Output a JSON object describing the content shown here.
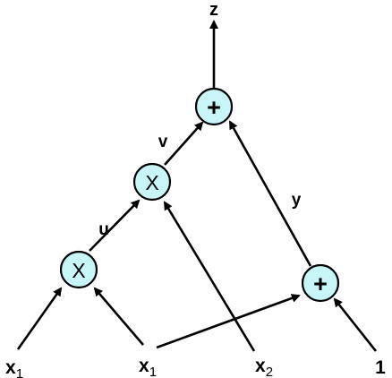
{
  "diagram": {
    "node_fill": "#c8f5f7",
    "line_color": "#000000",
    "nodes": {
      "mult_bottom": {
        "symbol": "X"
      },
      "mult_mid": {
        "symbol": "X"
      },
      "add_right": {
        "symbol": "+"
      },
      "add_top": {
        "symbol": "+"
      }
    },
    "inputs": {
      "x1_left": {
        "base": "x",
        "sub": "1"
      },
      "x1_center": {
        "base": "x",
        "sub": "1"
      },
      "x2": {
        "base": "x",
        "sub": "2"
      },
      "one": {
        "text": "1"
      }
    },
    "edge_labels": {
      "u": "u",
      "v": "v",
      "y": "y",
      "z": "z"
    }
  }
}
